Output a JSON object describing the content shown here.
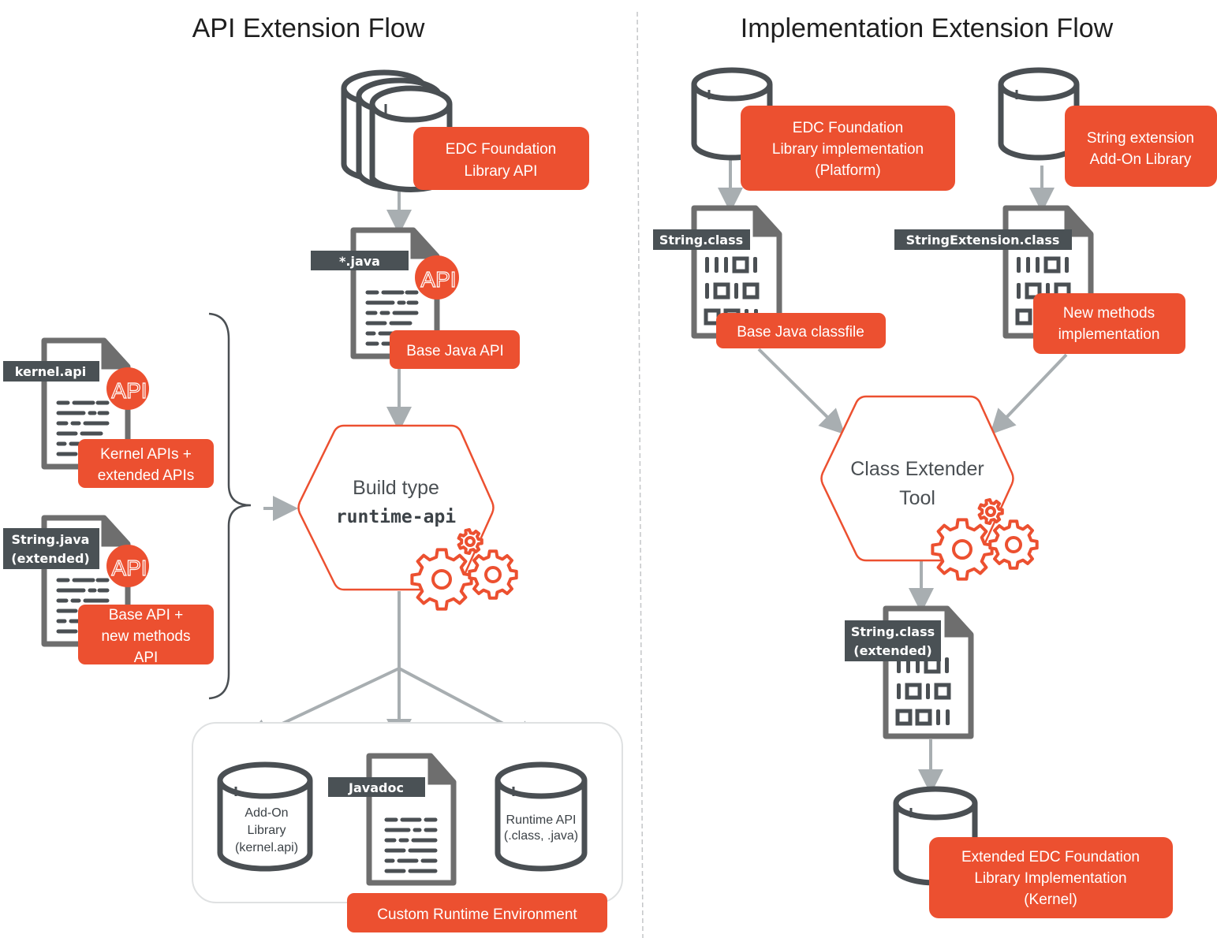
{
  "titles": {
    "left": "API Extension Flow",
    "right": "Implementation Extension Flow"
  },
  "colors": {
    "accent": "#ec5030",
    "dark_gray": "#4a4f53",
    "doc_gray": "#6e6e6e",
    "arrow_gray": "#a8aeb1",
    "tag_bg": "#4a5155",
    "group_border": "#dfe1e2"
  },
  "api_flow": {
    "foundation_api": {
      "icon": "database-stack-icon",
      "callout": [
        "EDC Foundation",
        "Library API"
      ]
    },
    "java_source": {
      "icon": "document-icon",
      "tag": [
        "*.java"
      ],
      "badge": "API",
      "callout": [
        "Base Java API"
      ]
    },
    "kernel_api": {
      "icon": "document-icon",
      "tag": [
        "kernel.api"
      ],
      "badge": "API",
      "callout": [
        "Kernel APIs +",
        "extended APIs"
      ]
    },
    "string_java": {
      "icon": "document-icon",
      "tag": [
        "String.java",
        "(extended)"
      ],
      "badge": "API",
      "callout": [
        "Base API +",
        "new methods",
        "API"
      ]
    },
    "build": {
      "icon": "gears-icon",
      "line1": "Build type",
      "line2": "runtime-api"
    },
    "outputs": {
      "addon_library": {
        "icon": "database-icon",
        "text": [
          "Add-On",
          "Library",
          "(kernel.api)"
        ]
      },
      "javadoc": {
        "icon": "document-icon",
        "tag": [
          "Javadoc"
        ]
      },
      "runtime_api": {
        "icon": "database-icon",
        "text": [
          "Runtime API",
          "(.class, .java)"
        ]
      },
      "group_callout": [
        "Custom Runtime Environment"
      ]
    }
  },
  "impl_flow": {
    "foundation_impl": {
      "icon": "database-icon",
      "callout": [
        "EDC Foundation",
        "Library implementation",
        "(Platform)"
      ]
    },
    "string_ext_lib": {
      "icon": "database-icon",
      "callout": [
        "String extension",
        "Add-On Library"
      ]
    },
    "string_class": {
      "icon": "binary-file-icon",
      "tag": [
        "String.class"
      ],
      "callout": [
        "Base Java classfile"
      ]
    },
    "string_ext_class": {
      "icon": "binary-file-icon",
      "tag": [
        "StringExtension.class"
      ],
      "callout": [
        "New methods",
        "implementation"
      ]
    },
    "extender": {
      "icon": "gears-icon",
      "line1": "Class Extender",
      "line2": "Tool"
    },
    "string_class_ext": {
      "icon": "binary-file-icon",
      "tag": [
        "String.class",
        "(extended)"
      ]
    },
    "extended_impl": {
      "icon": "database-icon",
      "callout": [
        "Extended EDC Foundation",
        "Library Implementation",
        "(Kernel)"
      ]
    }
  }
}
